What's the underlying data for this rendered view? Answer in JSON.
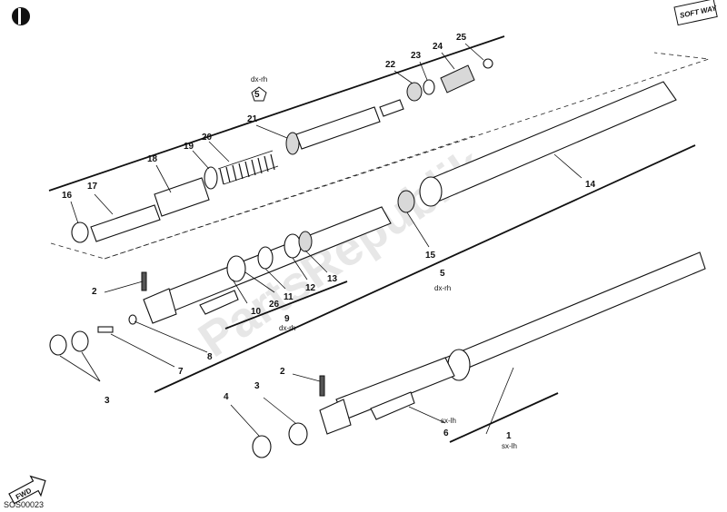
{
  "footer_code": "SOS00023",
  "logo_text": "SOFT WAY",
  "watermark": "PartsRepublik",
  "fwd_label": "FWD",
  "callouts": [
    {
      "id": "c1",
      "label": "1",
      "sub": "sx-lh"
    },
    {
      "id": "c2a",
      "label": "2"
    },
    {
      "id": "c2b",
      "label": "2"
    },
    {
      "id": "c3a",
      "label": "3"
    },
    {
      "id": "c3b",
      "label": "3"
    },
    {
      "id": "c4",
      "label": "4"
    },
    {
      "id": "c5a",
      "label": "5",
      "sub": "dx-rh"
    },
    {
      "id": "c5b",
      "label": "5",
      "sub": "dx-rh"
    },
    {
      "id": "c6",
      "label": "6",
      "sub": "sx-lh"
    },
    {
      "id": "c7",
      "label": "7"
    },
    {
      "id": "c8",
      "label": "8"
    },
    {
      "id": "c9",
      "label": "9",
      "sub": "dx-rh"
    },
    {
      "id": "c10",
      "label": "10"
    },
    {
      "id": "c11",
      "label": "11"
    },
    {
      "id": "c12",
      "label": "12"
    },
    {
      "id": "c13",
      "label": "13"
    },
    {
      "id": "c14",
      "label": "14"
    },
    {
      "id": "c15",
      "label": "15"
    },
    {
      "id": "c16",
      "label": "16"
    },
    {
      "id": "c17",
      "label": "17"
    },
    {
      "id": "c18",
      "label": "18"
    },
    {
      "id": "c19",
      "label": "19"
    },
    {
      "id": "c20",
      "label": "20"
    },
    {
      "id": "c21",
      "label": "21"
    },
    {
      "id": "c22",
      "label": "22"
    },
    {
      "id": "c23",
      "label": "23"
    },
    {
      "id": "c24",
      "label": "24"
    },
    {
      "id": "c25",
      "label": "25"
    },
    {
      "id": "c26",
      "label": "26"
    }
  ]
}
